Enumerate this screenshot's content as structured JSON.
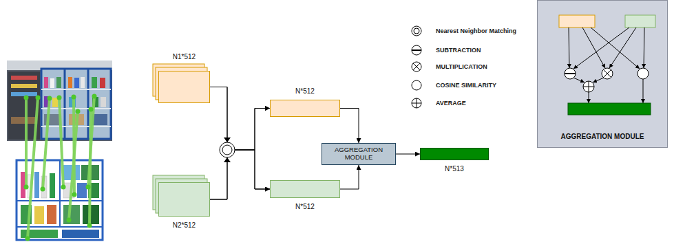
{
  "diagram": {
    "nodes": [
      {
        "text": [
          "N1*512"
        ]
      },
      {
        "text": [
          "N*512"
        ]
      },
      {
        "text": [
          "AGGREGATION MODULE"
        ]
      },
      {
        "text": [
          "N*513"
        ]
      },
      {
        "text": [
          "N*512"
        ]
      },
      {
        "text": [
          "N2*512"
        ]
      },
      {
        "text": [
          "AGGREGATION MODULE"
        ]
      }
    ],
    "edges": [
      {
        "from": 0,
        "to": 1,
        "arrow": "to"
      },
      {
        "from": 0,
        "to": 4,
        "arrow": "to"
      },
      {
        "from": 5,
        "to": 1,
        "arrow": "to"
      },
      {
        "from": 5,
        "to": 4,
        "arrow": "to"
      },
      {
        "from": 1,
        "to": 2,
        "arrow": "to"
      },
      {
        "from": 4,
        "to": 2,
        "arrow": "to"
      },
      {
        "from": 2,
        "to": 3,
        "arrow": "to"
      }
    ],
    "legend": [
      {
        "text": "Nearest Neighbor Matching"
      },
      {
        "text": "SUBTRACTION"
      },
      {
        "text": "MULTIPLICATION"
      },
      {
        "text": "COSINE SIMILARITY"
      },
      {
        "text": "AVERAGE"
      }
    ]
  }
}
